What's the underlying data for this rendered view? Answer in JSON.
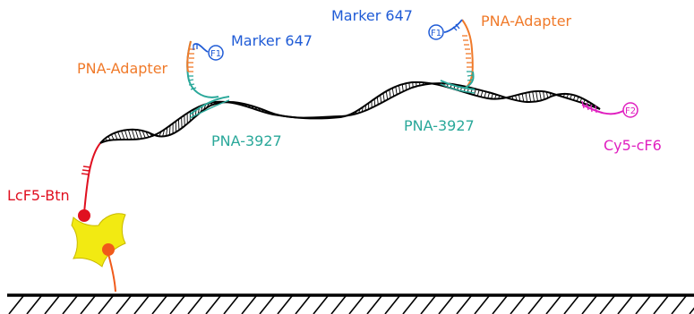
{
  "labels": {
    "marker_left": "Marker 647",
    "marker_right": "Marker 647",
    "adapter_left": "PNA-Adapter",
    "adapter_right": "PNA-Adapter",
    "pna_left": "PNA-3927",
    "pna_right": "PNA-3927",
    "cy5": "Cy5-cF6",
    "lcf5": "LcF5-Btn",
    "f1_left": "F1",
    "f1_right": "F1",
    "f2": "F2"
  },
  "colors": {
    "strand": "#000000",
    "marker": "#1f5bd6",
    "adapter": "#f07a2a",
    "pna": "#2aa89a",
    "cy5": "#e020c0",
    "lcf5": "#e01020",
    "streptavidin": "#f2ea12",
    "linker": "#f05a1a"
  }
}
